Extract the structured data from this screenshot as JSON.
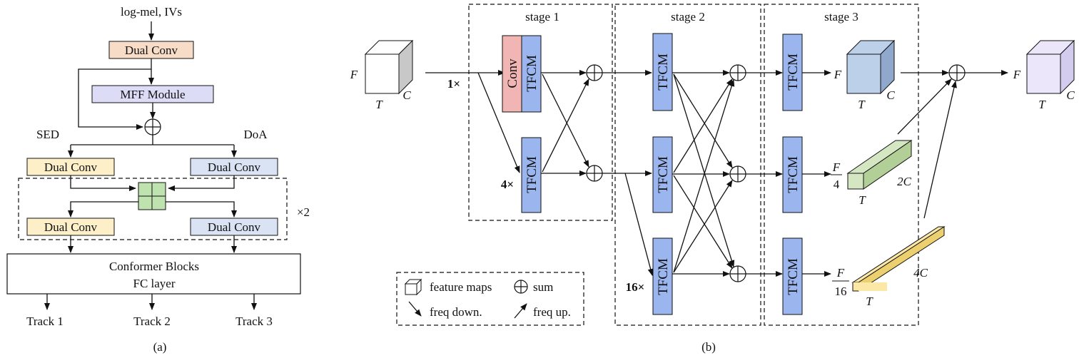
{
  "colors": {
    "dual_conv_top": "#f7ddc8",
    "mff": "#dcdcf6",
    "sed_box": "#fdf0c8",
    "doa_box": "#d9e3f3",
    "green_block": "#bfe3ae",
    "tfcm": "#9bb5ee",
    "conv": "#f1b6b4",
    "sed_text": "#c8a032",
    "doa_text": "#3e82bf",
    "cube_blue": "#bdd0ea",
    "cube_green": "#d5e7c2",
    "cube_yellow": "#fbe7a6",
    "cube_purple": "#ece6fb"
  },
  "panel_a": {
    "input_label": "log-mel, IVs",
    "dual_conv_top": "Dual Conv",
    "mff_module": "MFF Module",
    "sed_label": "SED",
    "doa_label": "DoA",
    "dual_conv_sed_1": "Dual Conv",
    "dual_conv_doa_1": "Dual Conv",
    "dual_conv_sed_2": "Dual Conv",
    "dual_conv_doa_2": "Dual Conv",
    "repeat": "×2",
    "conformer": "Conformer Blocks",
    "fc": "FC layer",
    "tracks": [
      "Track 1",
      "Track 2",
      "Track 3"
    ],
    "caption": "(a)"
  },
  "panel_b": {
    "stages": [
      "stage 1",
      "stage 2",
      "stage 3"
    ],
    "scales": [
      "1×",
      "4×",
      "16×"
    ],
    "tfcm": "TFCM",
    "conv": "Conv",
    "dims": {
      "F": "F",
      "T": "T",
      "C": "C",
      "two_c": "2C",
      "four_c": "4C",
      "num_f": "F",
      "den_4": "4",
      "den_16": "16"
    },
    "legend": {
      "feature_maps": "feature maps",
      "sum": "sum",
      "freq_down": "freq down.",
      "freq_up": "freq up."
    },
    "caption": "(b)"
  }
}
